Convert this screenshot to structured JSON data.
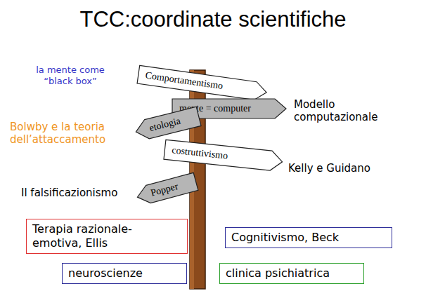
{
  "diagram": {
    "title": "TCC:coordinate scientifiche",
    "nodes": [
      {
        "text": [
          "Comportamentismo"
        ]
      },
      {
        "text": [
          "mente = computer"
        ]
      },
      {
        "text": [
          "etologia"
        ]
      },
      {
        "text": [
          "costruttivismo"
        ]
      },
      {
        "text": [
          "Popper"
        ]
      },
      {
        "text": [
          "Terapia razionale-emotiva, Ellis"
        ]
      },
      {
        "text": [
          "Cognitivismo, Beck"
        ]
      },
      {
        "text": [
          "neuroscienze"
        ]
      },
      {
        "text": [
          "clinica psichiatrica"
        ]
      }
    ],
    "labels": [
      "la mente come “black box”",
      "Modello computazionale",
      "Bolwby e la teoria dell’attaccamento",
      "Kelly e Guidano",
      "Il falsificazionismo"
    ]
  }
}
